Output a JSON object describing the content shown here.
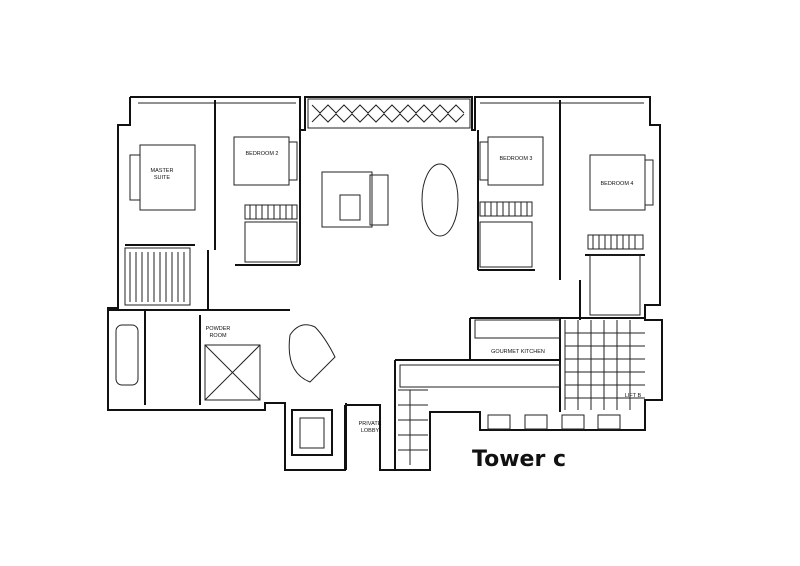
{
  "plan": {
    "title": "Tower c",
    "rooms": {
      "master_suite": [
        "MASTER",
        "SUITE"
      ],
      "bedroom2": "BEDROOM 2",
      "bedroom3": "BEDROOM 3",
      "bedroom4": "BEDROOM 4",
      "powder_room": [
        "POWDER",
        "ROOM"
      ],
      "gourmet_kitchen": "GOURMET KITCHEN",
      "private_lobby": [
        "PRIVATE",
        "LOBBY"
      ],
      "lift": "LIFT B"
    }
  }
}
